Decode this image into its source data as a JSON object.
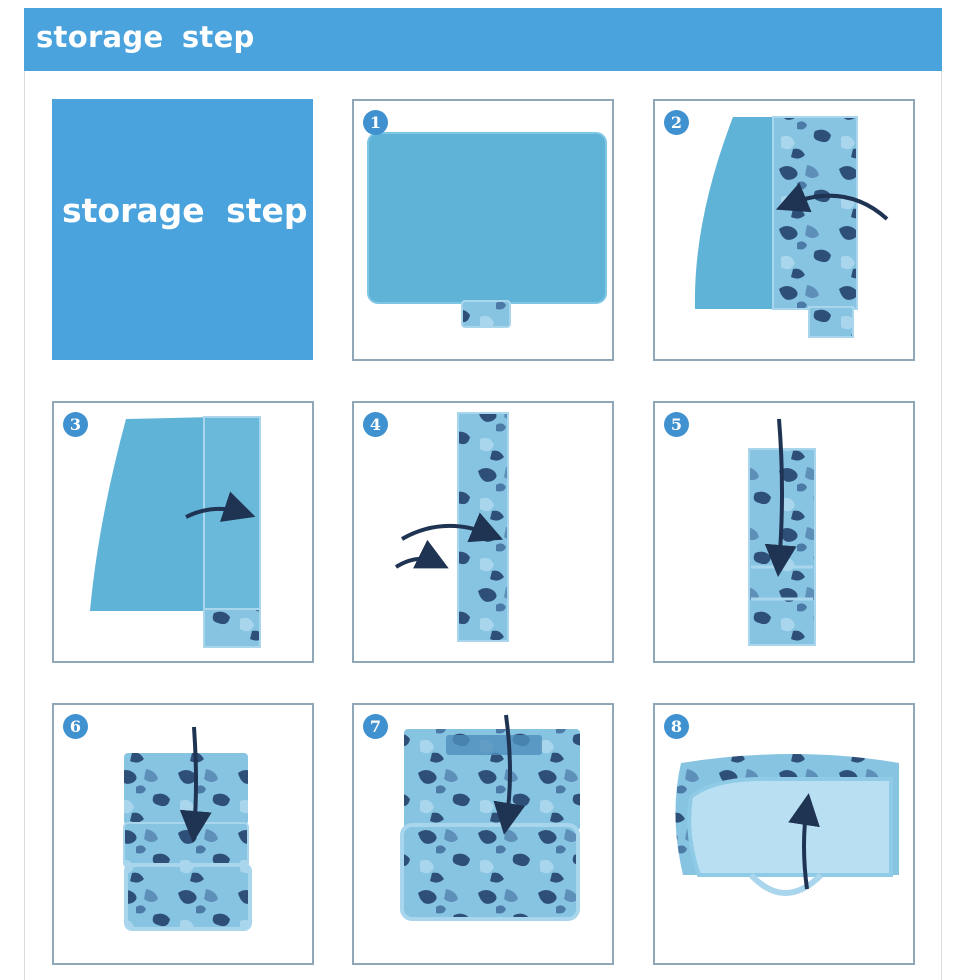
{
  "header": {
    "title": "storage step"
  },
  "title_tile": {
    "text": "storage step"
  },
  "steps": [
    {
      "number": "1"
    },
    {
      "number": "2"
    },
    {
      "number": "3"
    },
    {
      "number": "4"
    },
    {
      "number": "5"
    },
    {
      "number": "6"
    },
    {
      "number": "7"
    },
    {
      "number": "8"
    }
  ],
  "colors": {
    "header_bar": "#4aa3dd",
    "badge": "#3f91cf",
    "mat_blue": "#5fb3d6",
    "camo_light": "#86c4e2",
    "camo_dark": "#2e4f78",
    "arrow": "#1f3352",
    "cell_border": "#8fa7b6"
  }
}
